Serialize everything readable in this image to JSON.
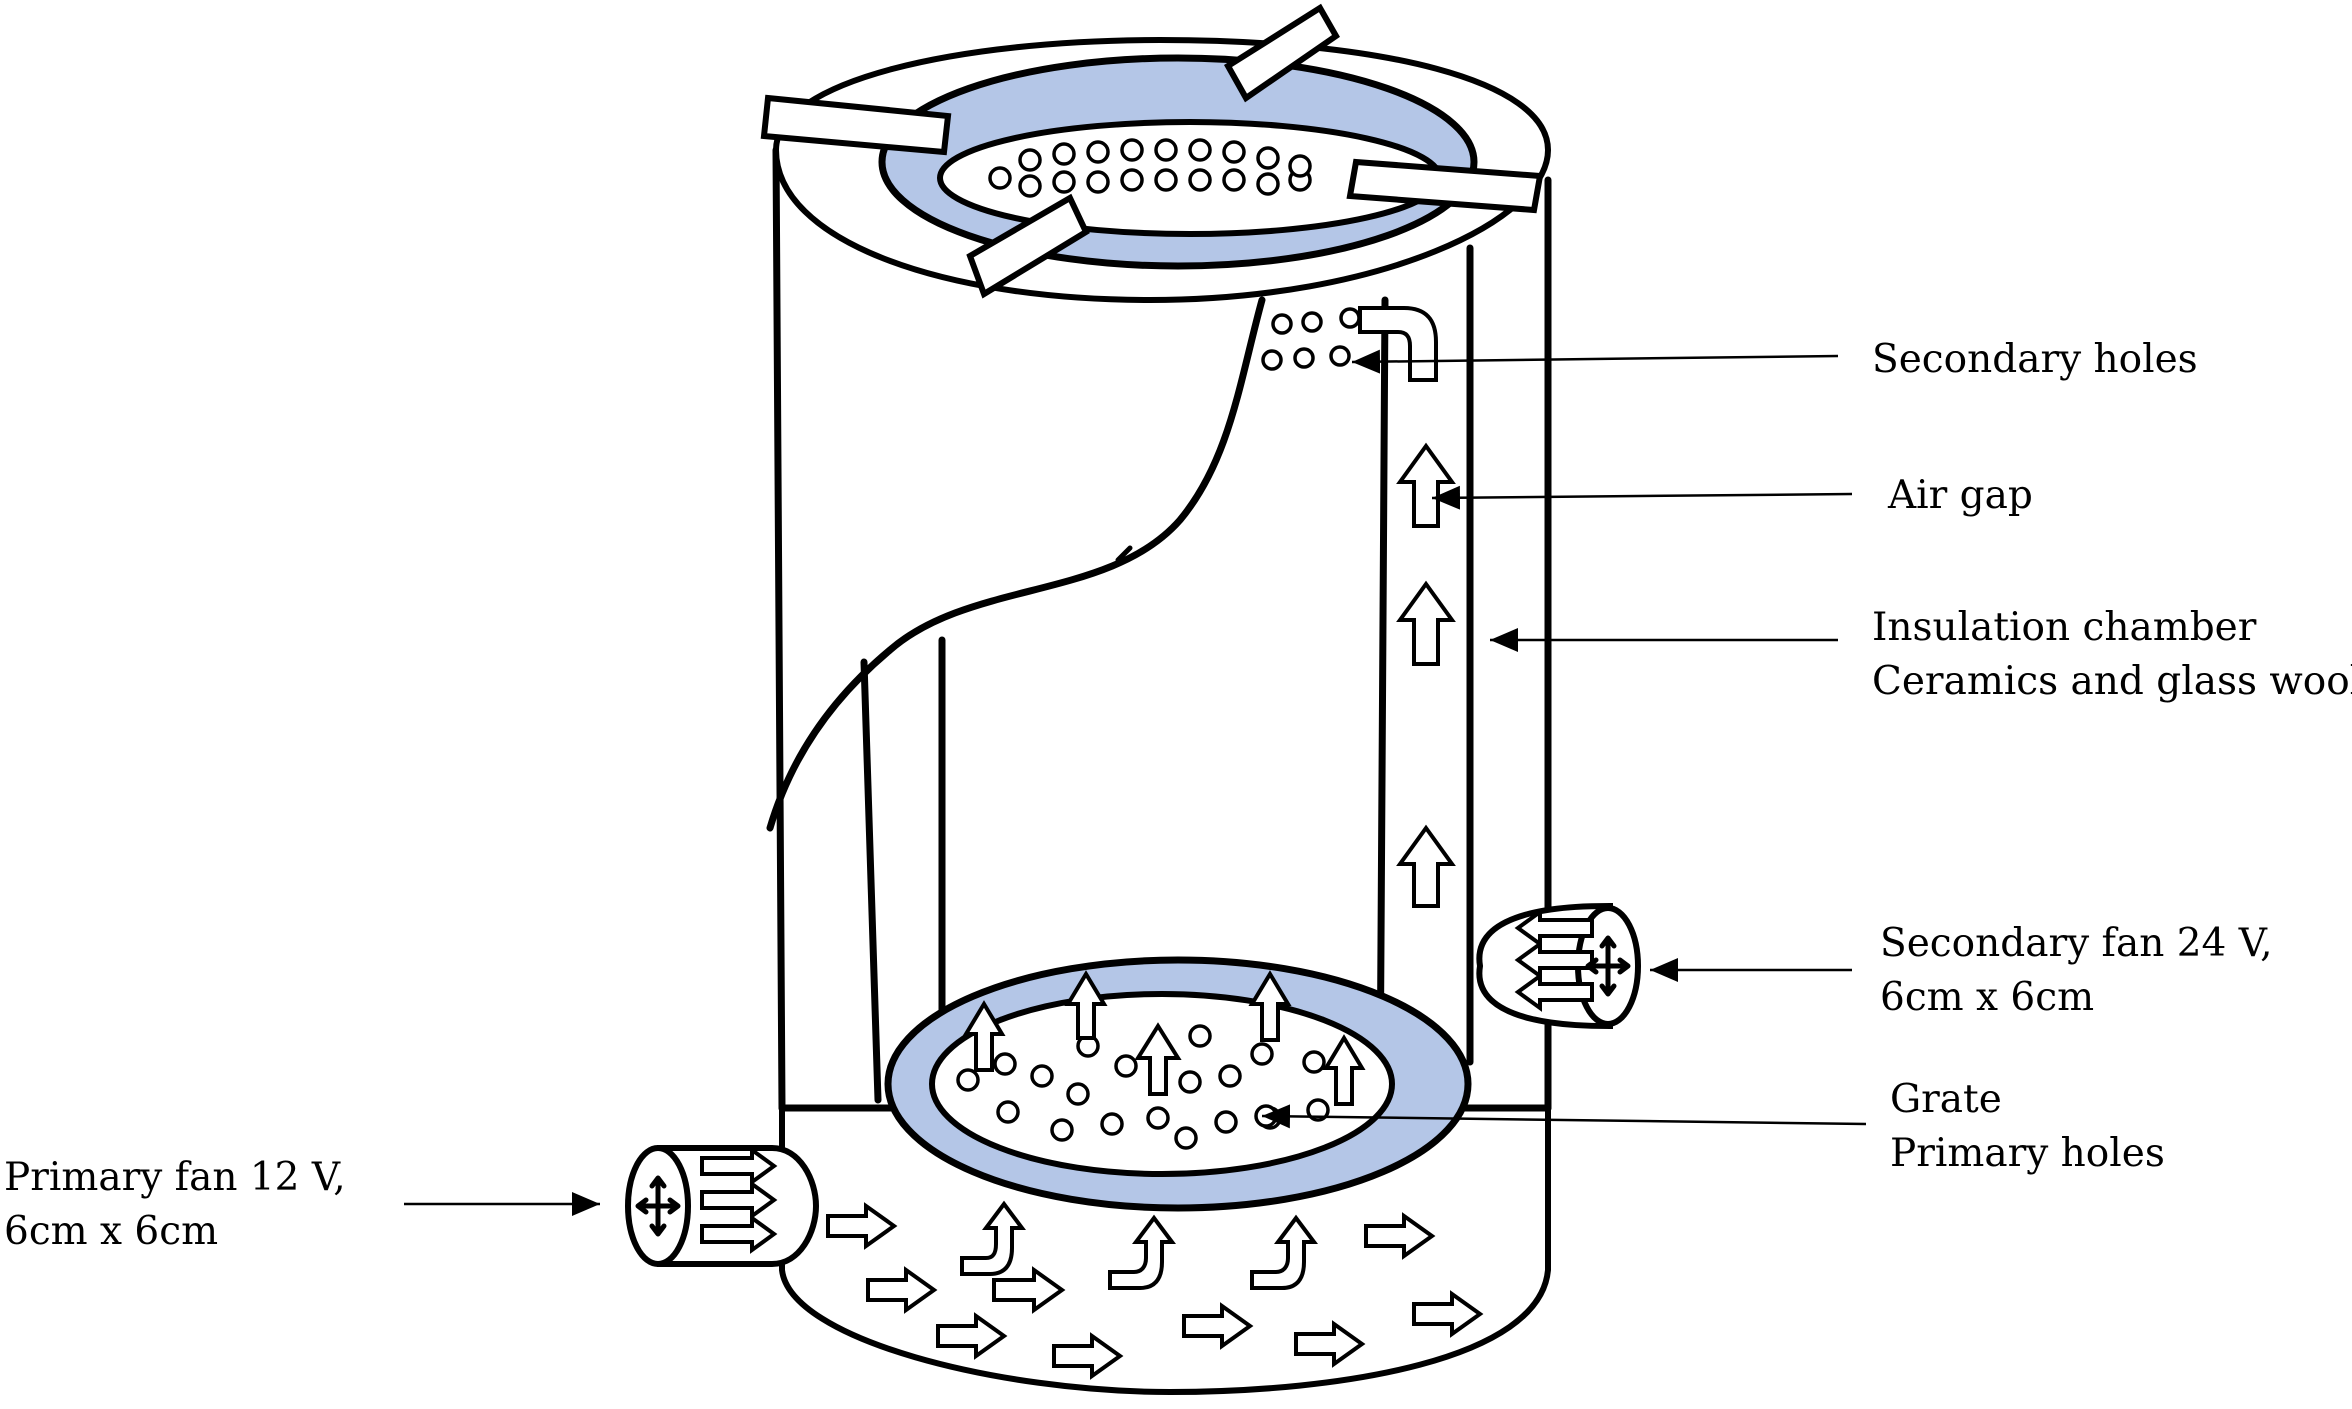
{
  "labels": {
    "secondary_holes": "Secondary holes",
    "air_gap": "Air gap",
    "insulation_line1": "Insulation chamber",
    "insulation_line2": "Ceramics and glass wool",
    "secondary_fan_line1": "Secondary fan 24 V,",
    "secondary_fan_line2": "6cm x 6cm",
    "grate_line1": "Grate",
    "grate_line2": "Primary holes",
    "primary_fan_line1": "Primary fan 12 V,",
    "primary_fan_line2": "6cm x 6cm"
  },
  "colors": {
    "ring_fill": "#b4c6e7",
    "stroke": "#000000",
    "background": "#ffffff"
  }
}
